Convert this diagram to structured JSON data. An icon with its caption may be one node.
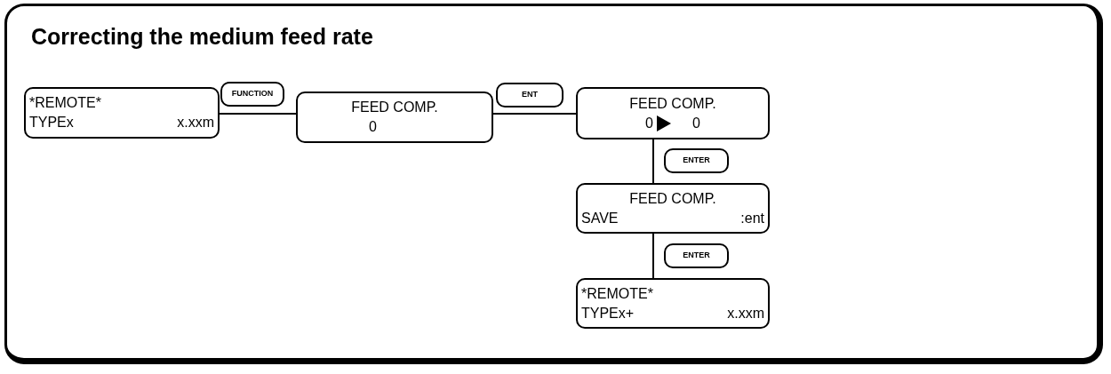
{
  "diagram": {
    "title": "Correcting the medium feed rate",
    "nodes": [
      {
        "text": [
          "*REMOTE*",
          "TYPEx",
          "x.xxm"
        ]
      },
      {
        "text": [
          "FEED COMP.",
          "0"
        ]
      },
      {
        "text": [
          "FEED COMP.",
          "0",
          "0"
        ]
      },
      {
        "text": [
          "FEED COMP.",
          "SAVE",
          ":ent"
        ]
      },
      {
        "text": [
          "*REMOTE*",
          "TYPEx+",
          "x.xxm"
        ]
      }
    ],
    "edges": [
      {
        "from": 0,
        "to": 1,
        "arrow": "none",
        "label": "FUNCTION"
      },
      {
        "from": 1,
        "to": 2,
        "arrow": "none",
        "label": "ENT"
      },
      {
        "from": 2,
        "to": 3,
        "arrow": "none",
        "label": "ENTER"
      },
      {
        "from": 3,
        "to": 4,
        "arrow": "none",
        "label": "ENTER"
      }
    ]
  }
}
